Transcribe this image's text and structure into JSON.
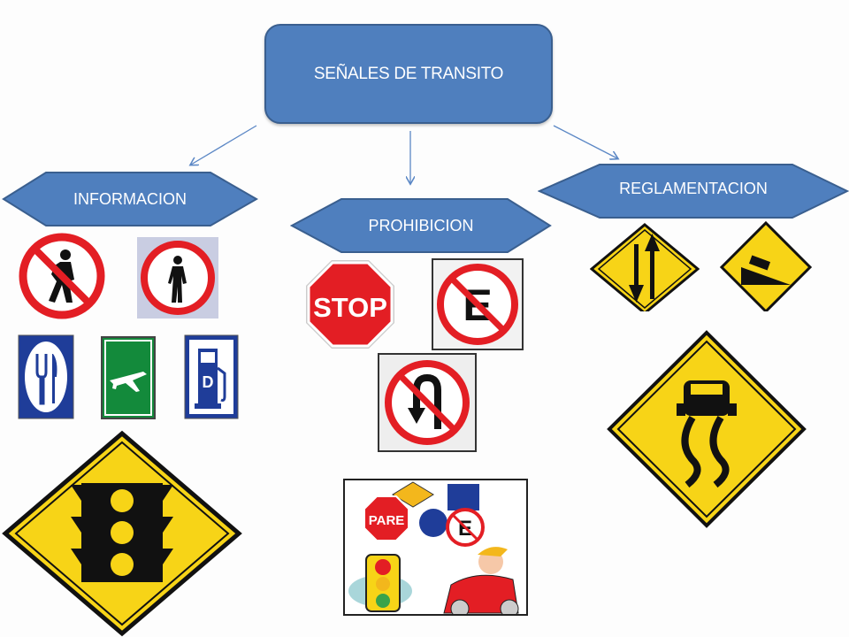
{
  "title": "SEÑALES DE TRANSITO",
  "categories": [
    {
      "label": "INFORMACION",
      "signs": [
        "no-pedestrians-sign",
        "no-pedestrians-sign-alt",
        "restaurant-sign",
        "airport-sign",
        "gas-station-sign",
        "traffic-light-ahead-sign"
      ]
    },
    {
      "label": "PROHIBICION",
      "signs": [
        "stop-sign",
        "no-parking-sign",
        "no-u-turn-sign",
        "collage-image"
      ]
    },
    {
      "label": "REGLAMENTACION",
      "signs": [
        "two-way-traffic-sign",
        "steep-hill-sign",
        "slippery-road-sign"
      ]
    }
  ],
  "sign_text": {
    "stop": "STOP",
    "no_parking": "E",
    "gas": "D",
    "pare": "PARE"
  },
  "colors": {
    "box_fill": "#4f7fbe",
    "box_border": "#3a5f8f",
    "arrow": "#5b87c5",
    "warning_yellow": "#f7d417",
    "prohibition_red": "#e31e24",
    "info_blue": "#1f3d99",
    "info_green": "#138a3b"
  }
}
